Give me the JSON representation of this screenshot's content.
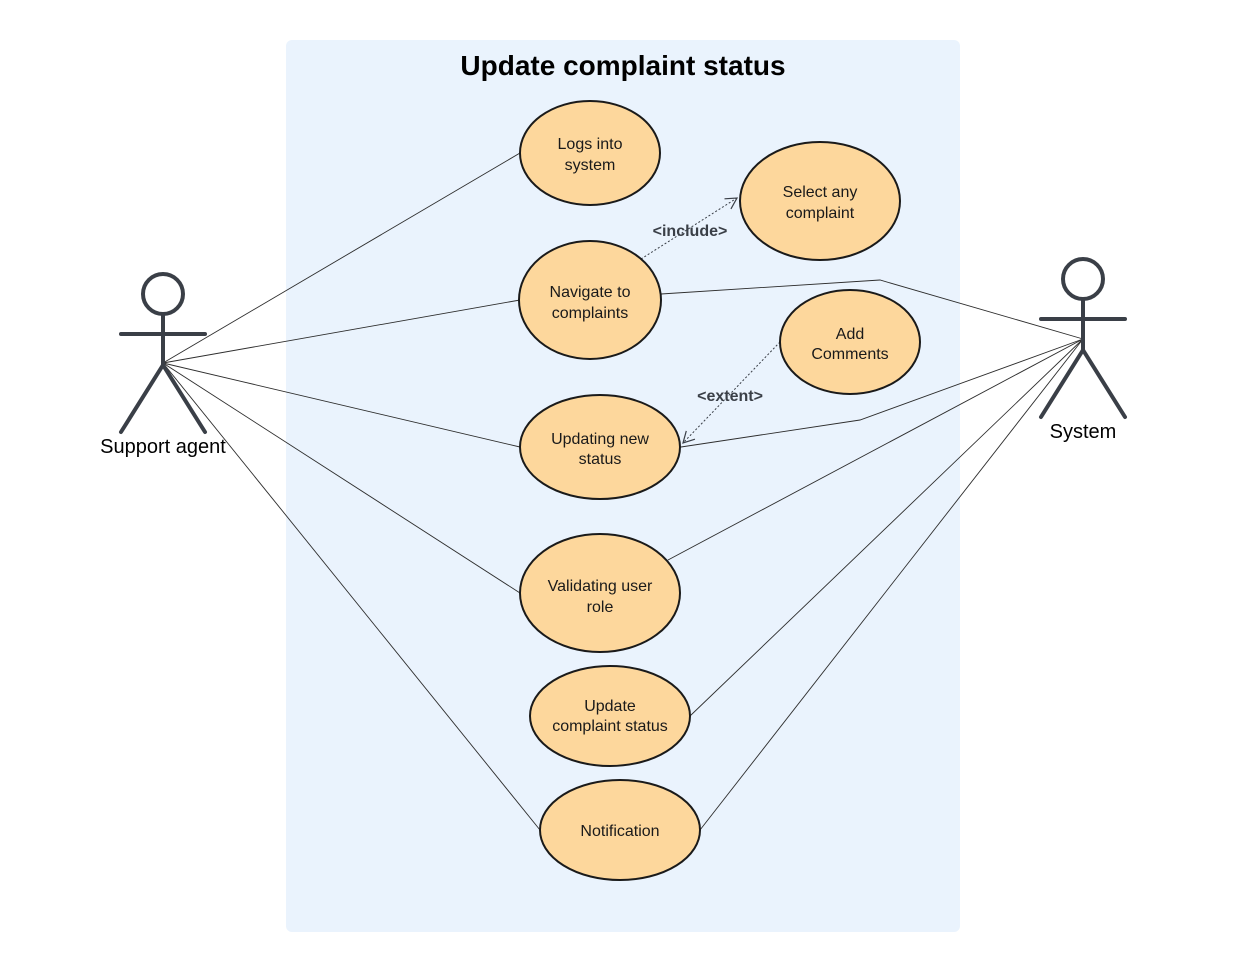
{
  "diagram": {
    "title": "Update complaint status",
    "colors": {
      "boundary_fill": "#eaf3fd",
      "usecase_fill": "#fdd79c",
      "usecase_stroke": "#1a1a1a",
      "actor_stroke": "#3a3f47",
      "line": "#2d2d2d"
    },
    "actors": {
      "support_agent": {
        "label": "Support agent"
      },
      "system": {
        "label": "System"
      }
    },
    "use_cases": {
      "logs_in": {
        "line1": "Logs into",
        "line2": "system"
      },
      "select_complaint": {
        "line1": "Select any",
        "line2": "complaint"
      },
      "navigate": {
        "line1": "Navigate to",
        "line2": "complaints"
      },
      "add_comments": {
        "line1": "Add",
        "line2": "Comments"
      },
      "updating_status": {
        "line1": "Updating new",
        "line2": "status"
      },
      "validating_role": {
        "line1": "Validating user",
        "line2": "role"
      },
      "update_complaint": {
        "line1": "Update",
        "line2": "complaint status"
      },
      "notification": {
        "line1": "Notification"
      }
    },
    "relations": {
      "include_label": "<include>",
      "extend_label": "<extent>"
    }
  }
}
